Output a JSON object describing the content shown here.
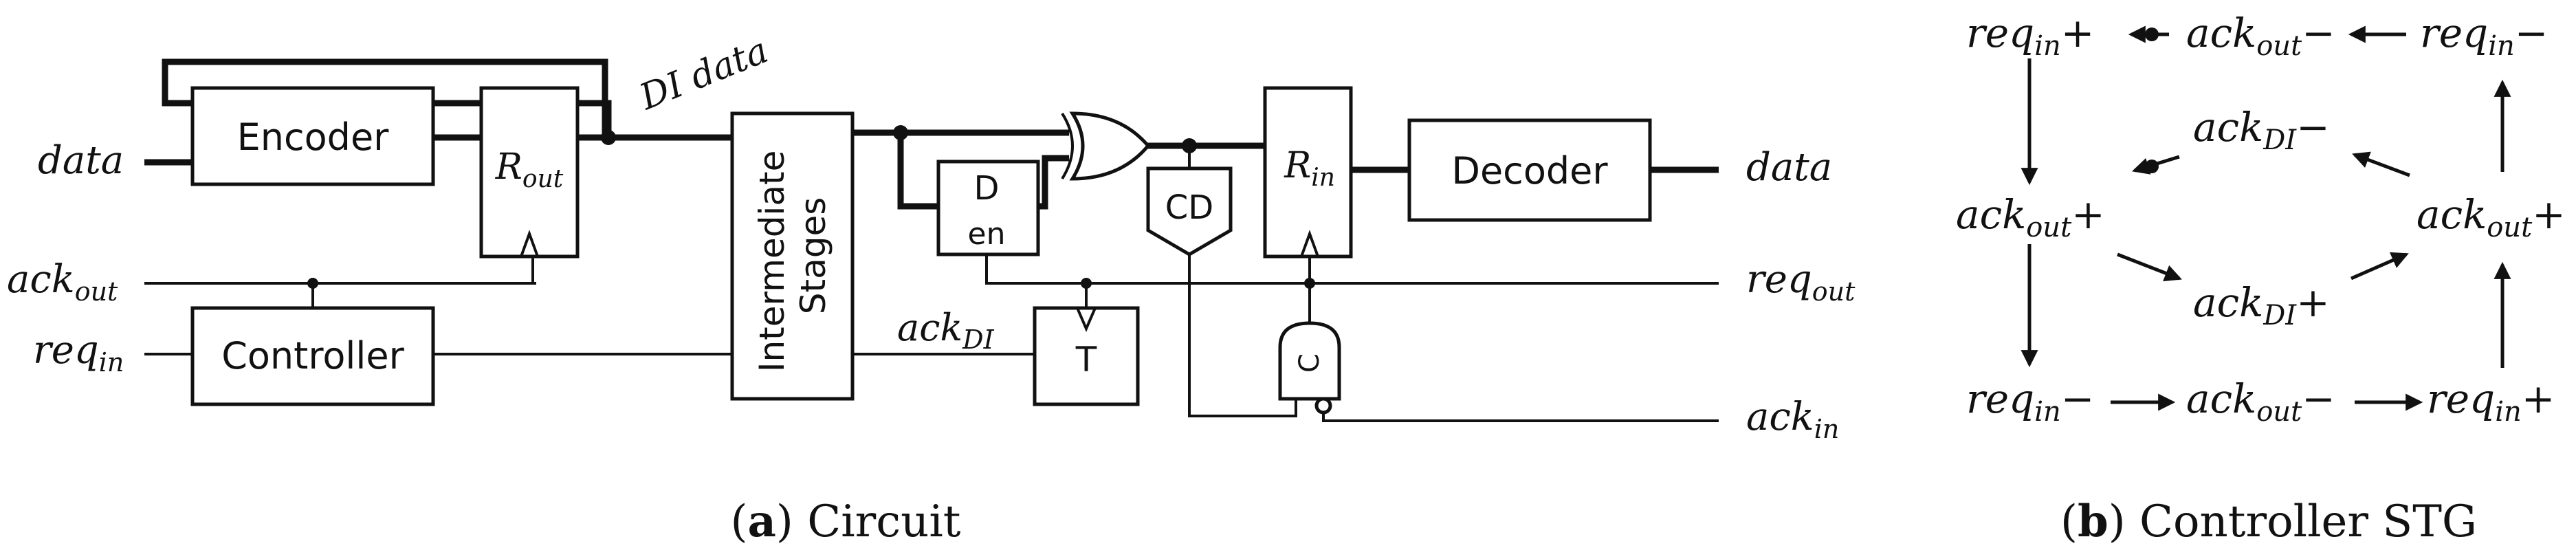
{
  "circuit": {
    "blocks": {
      "encoder": "Encoder",
      "intermediate": [
        "Intermediate",
        "Stages"
      ],
      "decoder": "Decoder",
      "controller": "Controller",
      "d_en": [
        "D",
        "en"
      ],
      "cd": "CD",
      "t": "T",
      "c": "C"
    },
    "registers": {
      "r_out": {
        "base": "R",
        "sub": "out"
      },
      "r_in": {
        "base": "R",
        "sub": "in"
      }
    },
    "signals": {
      "data_in": "data",
      "data_out": "data",
      "di_data": "DI data",
      "ack_out": {
        "base": "ack",
        "sub": "out"
      },
      "req_in": {
        "base": "req",
        "sub": "in"
      },
      "ack_di": {
        "base": "ack",
        "sub": "DI"
      },
      "req_out": {
        "base": "req",
        "sub": "out"
      },
      "ack_in": {
        "base": "ack",
        "sub": "in"
      }
    },
    "caption": {
      "tag": "a",
      "text": "Circuit"
    }
  },
  "stg": {
    "nodes": {
      "req_in_plus_top": {
        "base": "req",
        "sub": "in",
        "sign": "+"
      },
      "ack_out_minus_top": {
        "base": "ack",
        "sub": "out",
        "sign": "−"
      },
      "req_in_minus_top": {
        "base": "req",
        "sub": "in",
        "sign": "−"
      },
      "ack_di_minus": {
        "base": "ack",
        "sub": "DI",
        "sign": "−"
      },
      "ack_out_plus_left": {
        "base": "ack",
        "sub": "out",
        "sign": "+"
      },
      "ack_out_plus_right": {
        "base": "ack",
        "sub": "out",
        "sign": "+"
      },
      "ack_di_plus": {
        "base": "ack",
        "sub": "DI",
        "sign": "+"
      },
      "req_in_minus_bottom": {
        "base": "req",
        "sub": "in",
        "sign": "−"
      },
      "ack_out_minus_bottom": {
        "base": "ack",
        "sub": "out",
        "sign": "−"
      },
      "req_in_plus_bottom": {
        "base": "req",
        "sub": "in",
        "sign": "+"
      }
    },
    "caption": {
      "tag": "b",
      "text": "Controller STG"
    }
  }
}
